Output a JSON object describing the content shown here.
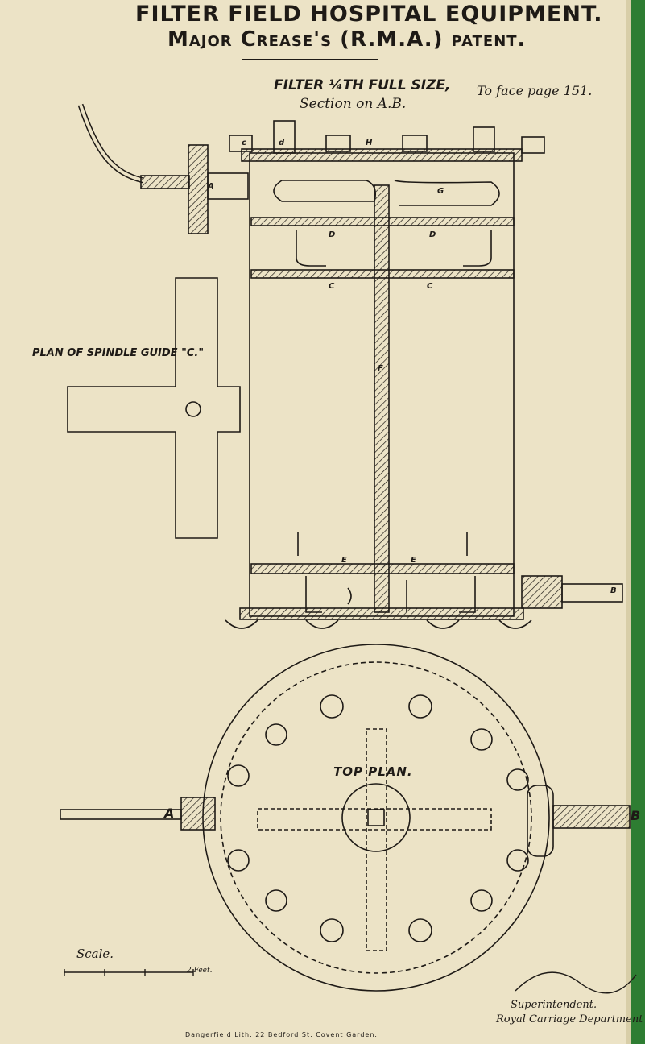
{
  "title": {
    "line1": "FILTER FIELD HOSPITAL EQUIPMENT.",
    "line2": "Major Crease's (R.M.A.) patent."
  },
  "drawing": {
    "size_note": "FILTER ¼TH FULL SIZE,",
    "section_note": "Section on A.B.",
    "face_page": "To face page 151.",
    "plan_label": "PLAN OF SPINDLE GUIDE \"C.\"",
    "top_plan": "TOP PLAN.",
    "scale": "Scale.",
    "scale_unit": "2 Feet.",
    "signature": "Superintendent.",
    "department": "Royal Carriage Department",
    "imprint": "Dangerfield Lith. 22 Bedford St. Covent Garden."
  },
  "letters": {
    "a": "A",
    "b": "B",
    "c": "C",
    "d": "D",
    "e": "E",
    "f": "F",
    "g": "G",
    "sc": "c",
    "sd": "d",
    "sh": "H"
  },
  "colors": {
    "paper": "#ece3c6",
    "ink": "#1e1a16",
    "edge": "#2e7d32"
  }
}
